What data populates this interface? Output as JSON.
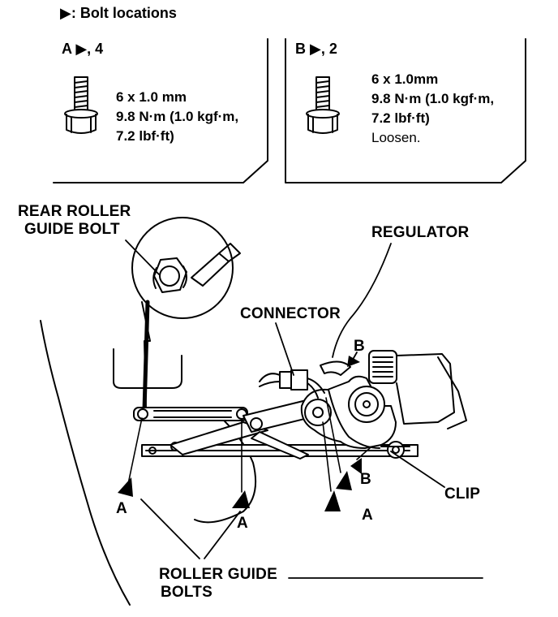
{
  "header": {
    "title": "▶: Bolt locations"
  },
  "panel_a": {
    "heading": "A ▶, 4",
    "spec_lines": [
      "6 x 1.0 mm",
      "9.8 N·m (1.0 kgf·m,",
      "7.2 lbf·ft)"
    ]
  },
  "panel_b": {
    "heading": "B ▶, 2",
    "spec_lines": [
      "6 x 1.0mm",
      "9.8 N·m (1.0 kgf·m,",
      "7.2 lbf·ft)",
      "Loosen."
    ]
  },
  "callouts": {
    "rear_roller_guide_bolt": [
      "REAR ROLLER",
      "GUIDE BOLT"
    ],
    "regulator": "REGULATOR",
    "connector": "CONNECTOR",
    "clip": "CLIP",
    "roller_guide_bolts": [
      "ROLLER GUIDE",
      "BOLTS"
    ]
  },
  "markers": {
    "a_left": "A",
    "a_mid": "A",
    "a_right": "A",
    "b_top": "B",
    "b_bottom": "B"
  }
}
